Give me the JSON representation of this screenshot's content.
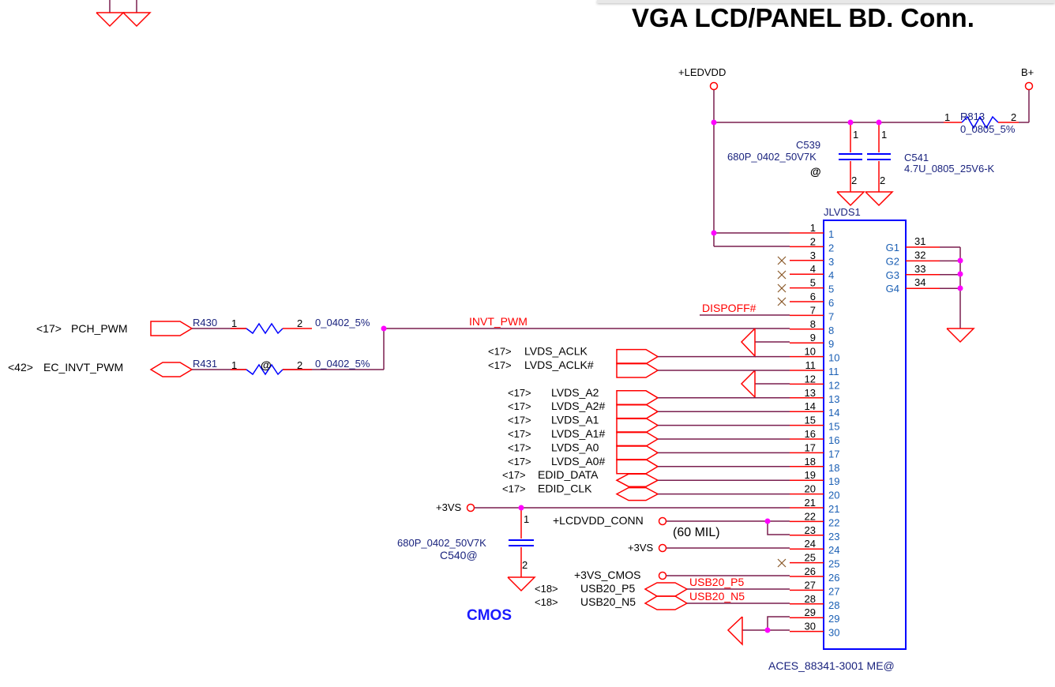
{
  "page": {
    "title": "VGA LCD/PANEL BD. Conn.",
    "section_label": "CMOS"
  },
  "colors": {
    "wire": "#7a1f4f",
    "pin": "#ff0000",
    "component": "#0000ff",
    "label_blue": "#1a237e",
    "junction": "#ff00ff",
    "net_red": "#ff0000",
    "text": "#000000"
  },
  "power": {
    "ledvdd": "+LEDVDD",
    "bplus": "B+",
    "v3vs_a": "+3VS",
    "lcdvdd_conn": "+LCDVDD_CONN",
    "lcdvdd_width": "(60 MIL)",
    "v3vs_b": "+3VS",
    "v3vs_cmos": "+3VS_CMOS"
  },
  "components": {
    "r813": {
      "ref": "R813",
      "value": "0_0805_5%",
      "pin1": "1",
      "pin2": "2"
    },
    "c539": {
      "ref": "C539",
      "value": "680P_0402_50V7K",
      "option": "@",
      "pin1": "1",
      "pin2": "2"
    },
    "c541": {
      "ref": "C541",
      "value": "4.7U_0805_25V6-K",
      "pin1": "1",
      "pin2": "2"
    },
    "r430": {
      "ref": "R430",
      "value": "0_0402_5%",
      "pin1": "1",
      "pin2": "2"
    },
    "r431": {
      "ref": "R431",
      "value": "0_0402_5%",
      "option": "@",
      "pin1": "1",
      "pin2": "2"
    },
    "c540": {
      "ref": "C540@",
      "value": "680P_0402_50V7K",
      "pin1": "1",
      "pin2": "2"
    },
    "connector": {
      "ref": "JLVDS1",
      "part": "ACES_88341-3001 ME@"
    }
  },
  "nets": {
    "invt_pwm": "INVT_PWM",
    "dispoff": "DISPOFF#",
    "usb_p5_net": "USB20_P5",
    "usb_n5_net": "USB20_N5"
  },
  "offpage": [
    {
      "page": "<17>",
      "name": "PCH_PWM"
    },
    {
      "page": "<42>",
      "name": "EC_INVT_PWM"
    },
    {
      "page": "<17>",
      "name": "LVDS_ACLK"
    },
    {
      "page": "<17>",
      "name": "LVDS_ACLK#"
    },
    {
      "page": "<17>",
      "name": "LVDS_A2"
    },
    {
      "page": "<17>",
      "name": "LVDS_A2#"
    },
    {
      "page": "<17>",
      "name": "LVDS_A1"
    },
    {
      "page": "<17>",
      "name": "LVDS_A1#"
    },
    {
      "page": "<17>",
      "name": "LVDS_A0"
    },
    {
      "page": "<17>",
      "name": "LVDS_A0#"
    },
    {
      "page": "<17>",
      "name": "EDID_DATA"
    },
    {
      "page": "<17>",
      "name": "EDID_CLK"
    },
    {
      "page": "<18>",
      "name": "USB20_P5"
    },
    {
      "page": "<18>",
      "name": "USB20_N5"
    }
  ],
  "connector_pins": [
    "1",
    "2",
    "3",
    "4",
    "5",
    "6",
    "7",
    "8",
    "9",
    "10",
    "11",
    "12",
    "13",
    "14",
    "15",
    "16",
    "17",
    "18",
    "19",
    "20",
    "21",
    "22",
    "23",
    "24",
    "25",
    "26",
    "27",
    "28",
    "29",
    "30"
  ],
  "ground_pins": [
    {
      "name": "G1",
      "num": "31"
    },
    {
      "name": "G2",
      "num": "32"
    },
    {
      "name": "G3",
      "num": "33"
    },
    {
      "name": "G4",
      "num": "34"
    }
  ]
}
